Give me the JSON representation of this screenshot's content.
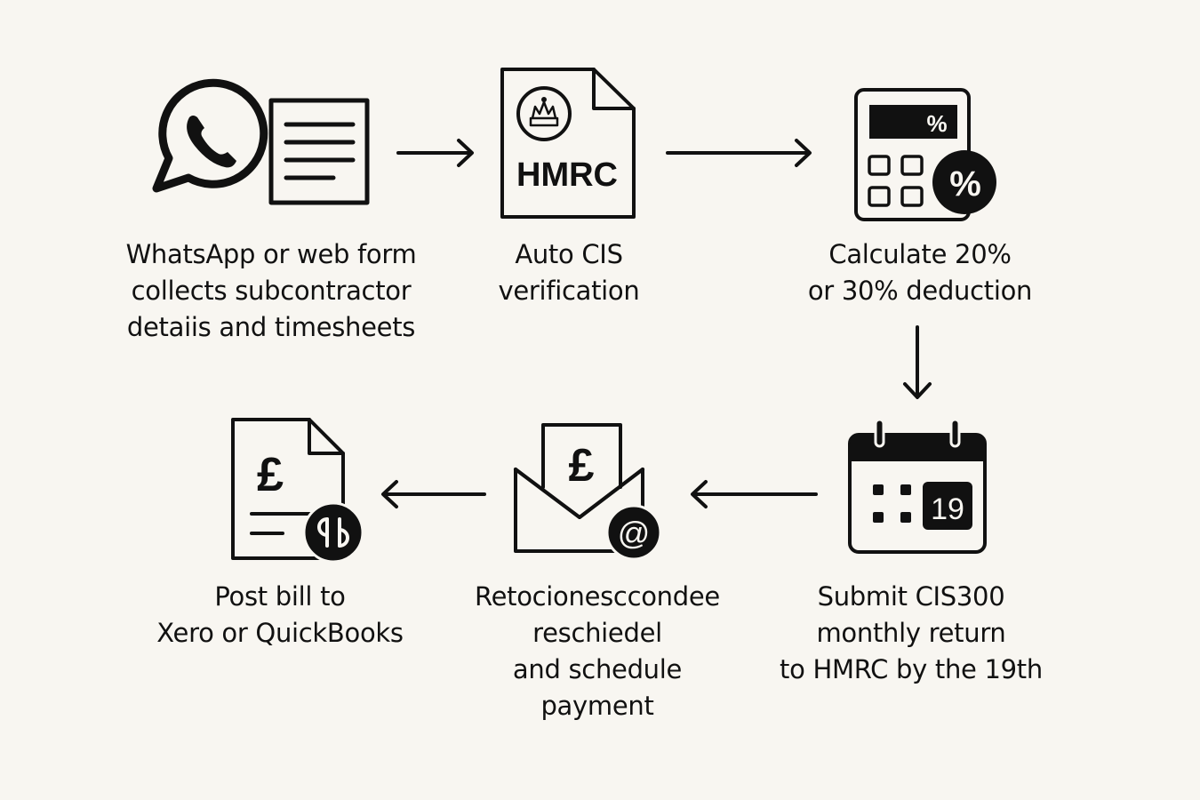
{
  "steps": [
    {
      "id": "collect",
      "icon": "whatsapp-form-icon",
      "lines": [
        "WhatsApp or web form",
        "collects subcontractor",
        "detaiis and timesheets"
      ]
    },
    {
      "id": "verify",
      "icon": "hmrc-document-icon",
      "icon_text": "HMRC",
      "lines": [
        "Auto CIS",
        "verification"
      ]
    },
    {
      "id": "calculate",
      "icon": "calculator-percent-icon",
      "icon_text": "%",
      "lines": [
        "Calculate 20%",
        "or 30% deduction"
      ]
    },
    {
      "id": "submit",
      "icon": "calendar-icon",
      "icon_text": "19",
      "lines": [
        "Submit CIS300",
        "monthly return",
        "to HMRC by the 19th"
      ]
    },
    {
      "id": "reconcile",
      "icon": "pound-envelope-icon",
      "icon_text": "£",
      "lines": [
        "Retocionesccondee",
        "reschiedel",
        "and schedule",
        "payment"
      ]
    },
    {
      "id": "post",
      "icon": "pound-bill-quickbooks-icon",
      "icon_text": "£",
      "lines": [
        "Post bill to",
        "Xero or QuickBooks"
      ]
    }
  ],
  "flow": [
    "collect",
    "verify",
    "calculate",
    "submit",
    "reconcile",
    "post"
  ],
  "colors": {
    "background": "#f8f6f1",
    "ink": "#111111"
  }
}
